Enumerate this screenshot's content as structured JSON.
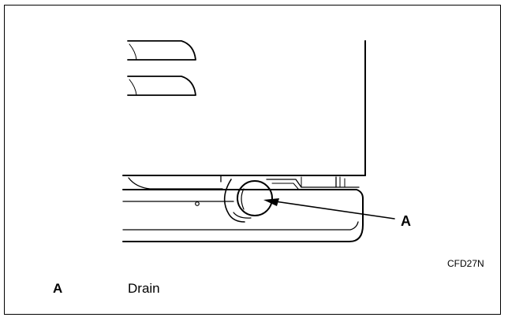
{
  "figure": {
    "callout_label": "A",
    "figure_code": "CFD27N",
    "legend": [
      {
        "key": "A",
        "description": "Drain"
      }
    ]
  }
}
